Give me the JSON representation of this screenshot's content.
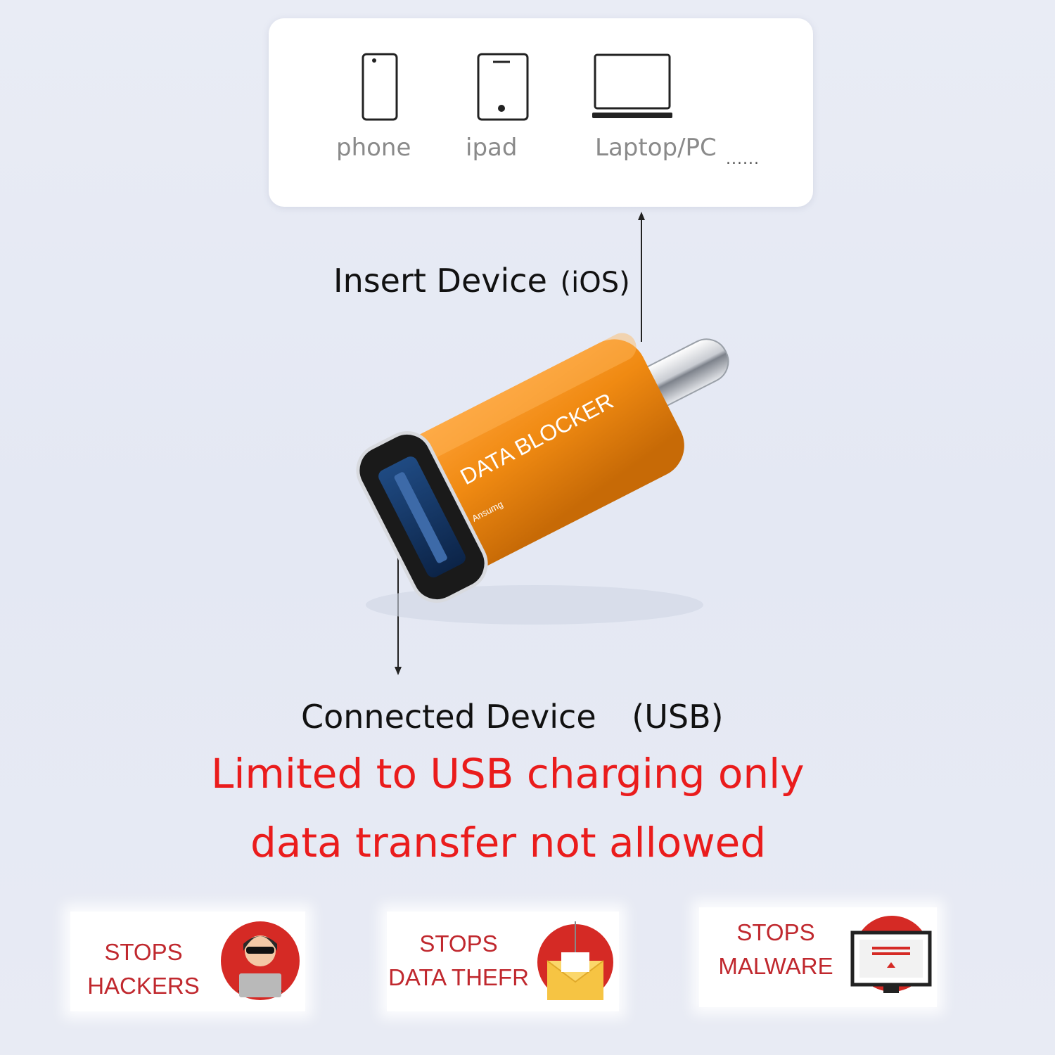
{
  "device_card": {
    "devices": [
      {
        "label": "phone",
        "icon": "phone-icon"
      },
      {
        "label": "ipad",
        "icon": "tablet-icon"
      },
      {
        "label": "Laptop/PC",
        "icon": "laptop-icon"
      }
    ],
    "ellipsis": "......"
  },
  "insert_caption": {
    "text": "Insert Device",
    "suffix": "(iOS)"
  },
  "adapter": {
    "brand_text": "DATA BLOCKER",
    "maker": "Ansumg",
    "color": "#f08a12"
  },
  "connected_caption": {
    "text": "Connected Device",
    "suffix": "(USB)"
  },
  "notice": {
    "line1": "Limited to USB charging only",
    "line2": "data transfer not allowed",
    "color": "#ea1c1c"
  },
  "features": [
    {
      "line1": "STOPS",
      "line2": "HACKERS",
      "icon": "hacker-icon"
    },
    {
      "line1": "STOPS",
      "line2": "DATA THEFR",
      "icon": "mail-hook-icon"
    },
    {
      "line1": "STOPS",
      "line2": "MALWARE",
      "icon": "monitor-malware-icon"
    }
  ],
  "colors": {
    "accent_red": "#c0282e",
    "background": "#e7eaf4"
  }
}
